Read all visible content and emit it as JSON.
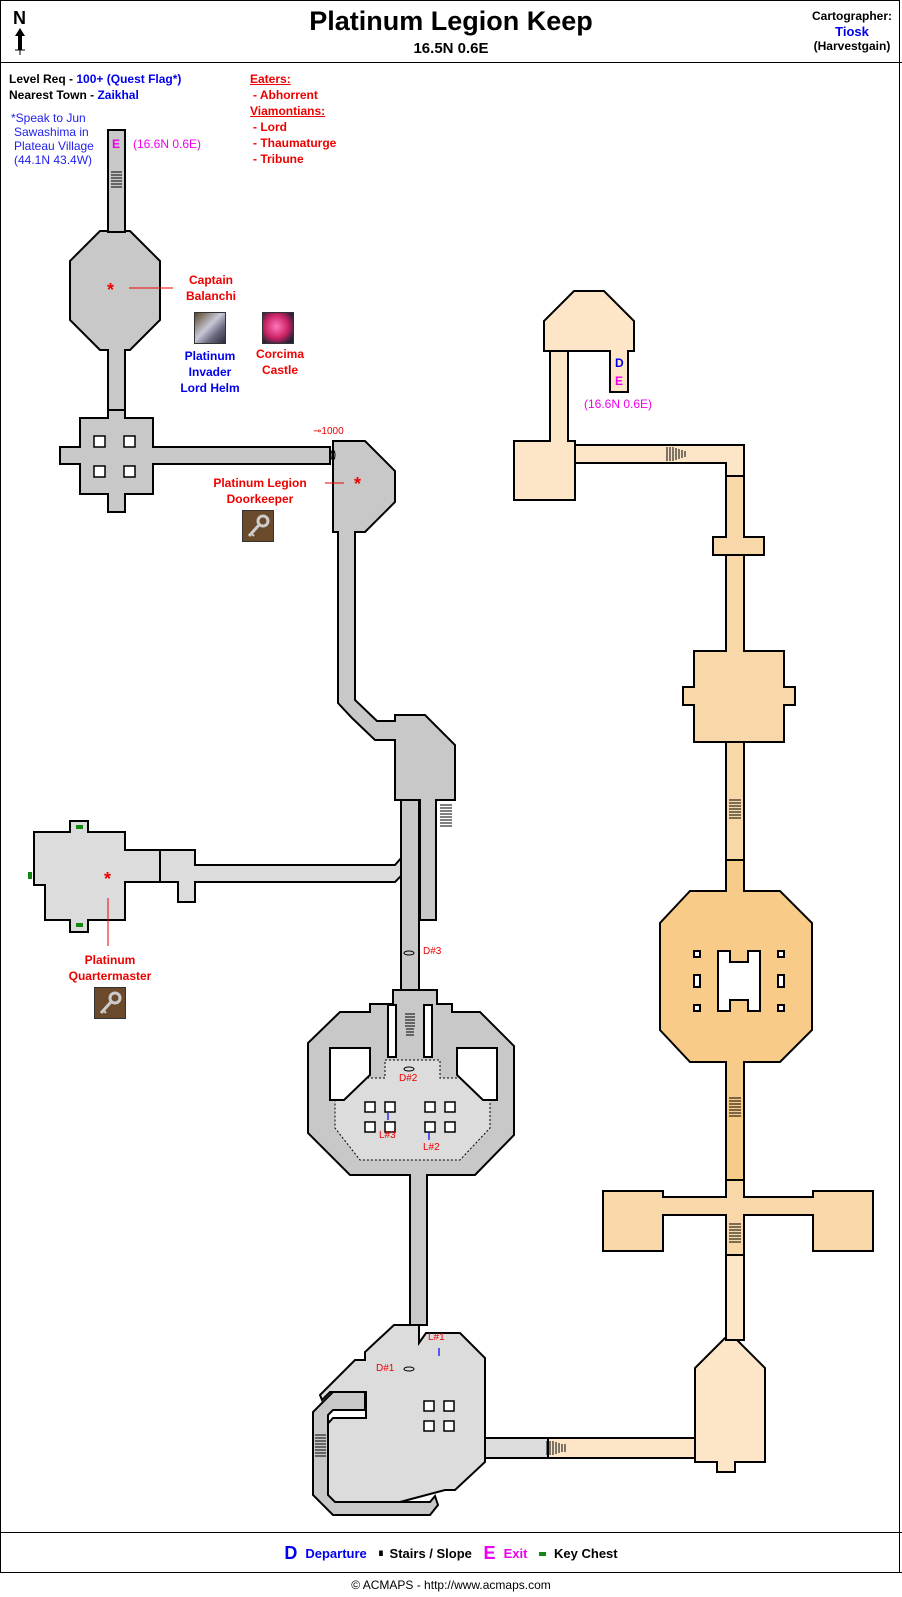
{
  "header": {
    "north_label": "N",
    "title": "Platinum Legion Keep",
    "coords": "16.5N 0.6E",
    "cartographer_label": "Cartographer:",
    "cartographer_name": "Tiosk",
    "cartographer_server": "(Harvestgain)"
  },
  "info": {
    "level_req_label": "Level Req -",
    "level_req_value": "100+ (Quest Flag*)",
    "nearest_town_label": "Nearest Town -",
    "nearest_town_value": "Zaikhal",
    "quest_note_lines": [
      "*Speak to Jun",
      "Sawashima in",
      "Plateau Village",
      "(44.1N 43.4W)"
    ]
  },
  "monsters": {
    "groups": [
      {
        "name": "Eaters:",
        "members": [
          "- Abhorrent"
        ]
      },
      {
        "name": "Viamontians:",
        "members": [
          "- Lord",
          "- Thaumaturge",
          "- Tribune"
        ]
      }
    ]
  },
  "map_labels": {
    "exit_top": {
      "letter": "E",
      "coords": "(16.6N 0.6E)"
    },
    "exit_right": {
      "departure_letter": "D",
      "exit_letter": "E",
      "coords": "(16.6N 0.6E)"
    },
    "captain": {
      "lines": [
        "Captain",
        "Balanchi"
      ]
    },
    "helm": {
      "lines": [
        "Platinum",
        "Invader",
        "Lord Helm"
      ],
      "icon": "helm-icon"
    },
    "corcima": {
      "lines": [
        "Corcima",
        "Castle"
      ],
      "icon": "orb-icon"
    },
    "key_cost": "1000",
    "doorkeeper": {
      "lines": [
        "Platinum Legion",
        "Doorkeeper"
      ],
      "icon": "key-icon"
    },
    "quartermaster": {
      "lines": [
        "Platinum",
        "Quartermaster"
      ],
      "icon": "key-icon"
    },
    "doors": [
      "D#1",
      "D#2",
      "D#3"
    ],
    "levers": [
      "L#1",
      "L#2",
      "L#3"
    ]
  },
  "legend": {
    "departure_letter": "D",
    "departure_label": "Departure",
    "stairs_label": "Stairs / Slope",
    "exit_letter": "E",
    "exit_label": "Exit",
    "chest_label": "Key Chest"
  },
  "footer": {
    "copyright": "© ACMAPS - http://www.acmaps.com"
  },
  "colors": {
    "grey_room": "#c8c8c8",
    "light_grey_room": "#dcdcdc",
    "peach_light": "#fde6c8",
    "peach_mid": "#f8d8a8",
    "peach_dark": "#f8cc88",
    "label_red": "#ee0000",
    "label_blue": "#0000ee",
    "exit_magenta": "#ee00ee",
    "chest_green": "#118811"
  }
}
